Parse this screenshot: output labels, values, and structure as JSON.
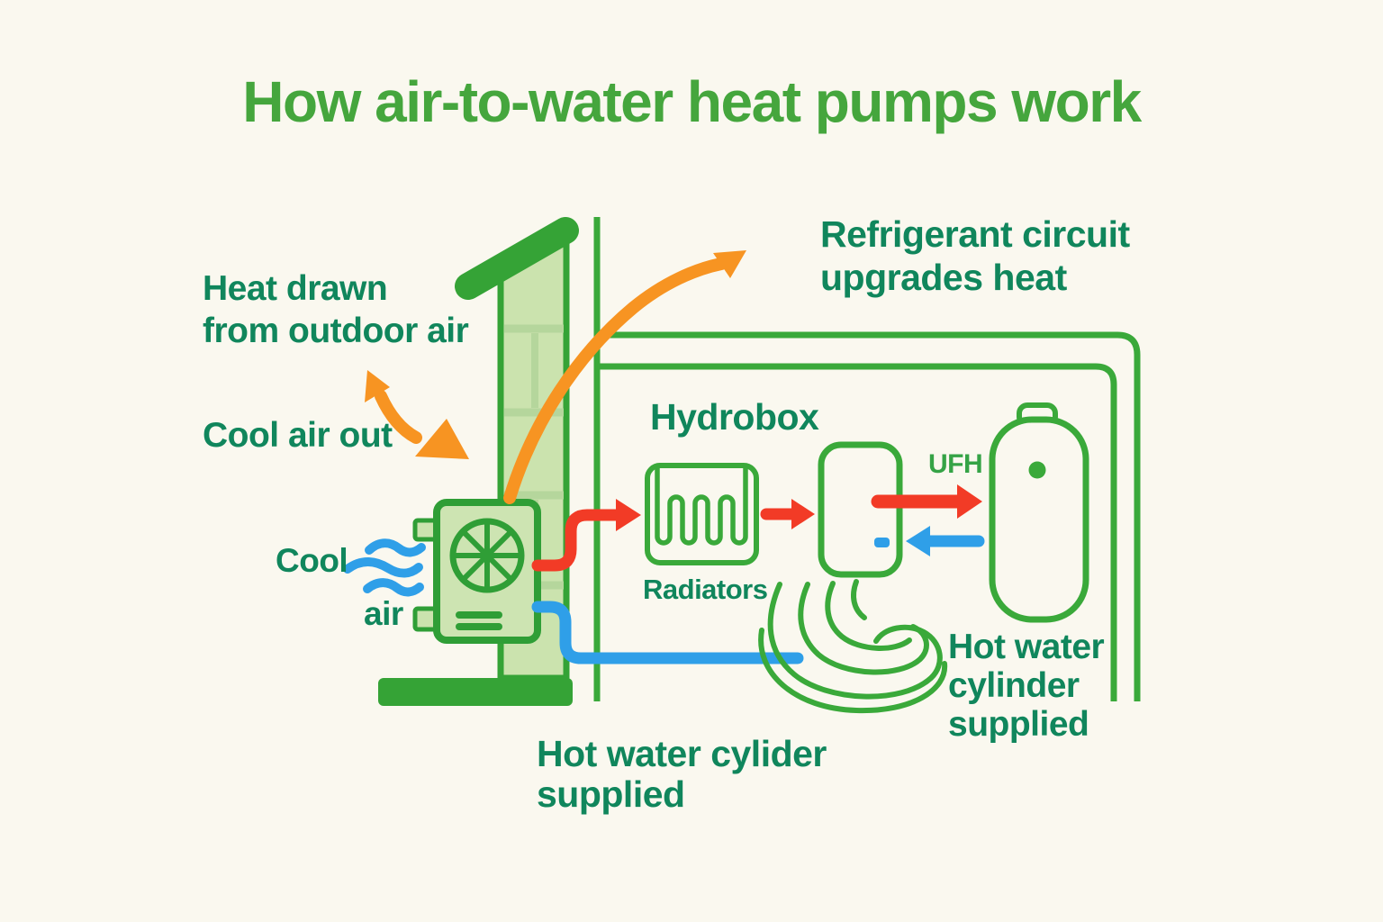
{
  "title": "How air-to-water heat pumps work",
  "annotations": {
    "heat_drawn": {
      "line1": "Heat drawn",
      "line2": "from outdoor air"
    },
    "cool_air_out": "Cool air out",
    "cool_air": {
      "line1": "Cool",
      "line2": "air"
    },
    "refrigerant": {
      "line1": "Refrigerant circuit",
      "line2": "upgrades heat"
    },
    "hydrobox": "Hydrobox",
    "radiators": "Radiators",
    "ufh": "UFH",
    "hot_water_cylinder": {
      "line1": "Hot water",
      "line2": "cylinder",
      "line3": "supplied"
    },
    "bottom_caption": {
      "line1": "Hot water cylider",
      "line2": "supplied"
    }
  },
  "palette": {
    "background": "#faf8ef",
    "title_green": "#45a63d",
    "label_teal": "#10865c",
    "line_green": "#3aa93a",
    "dark_green": "#35a336",
    "wall_light_green": "#cbe3ae",
    "brick_joint_green": "#b5d69c",
    "orange": "#f79422",
    "red": "#f23b26",
    "blue": "#2f9fe8"
  }
}
